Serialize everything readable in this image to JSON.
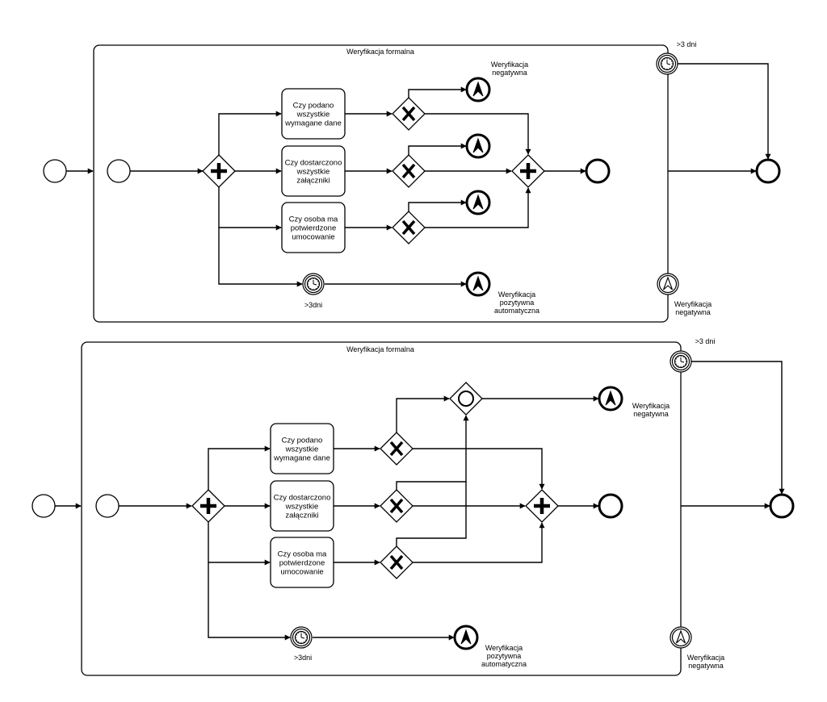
{
  "diagrams": [
    {
      "subprocess_title": "Weryfikacja formalna",
      "tasks": [
        [
          "Czy podano",
          "wszystkie",
          "wymagane dane"
        ],
        [
          "Czy dostarczono",
          "wszystkie",
          "załączniki"
        ],
        [
          "Czy osoba ma",
          "potwierdzone",
          "umocowanie"
        ]
      ],
      "timer_inner_label": ">3dni",
      "auto_end_label": [
        "Weryfikacja",
        "pozytywna",
        "automatyczna"
      ],
      "top_end_label": [
        "Weryfikacja",
        "negatywna"
      ],
      "boundary_timer_label": ">3 dni",
      "boundary_signal_label": [
        "Weryfikacja",
        "negatywna"
      ]
    },
    {
      "subprocess_title": "Weryfikacja formalna",
      "tasks": [
        [
          "Czy podano",
          "wszystkie",
          "wymagane dane"
        ],
        [
          "Czy dostarczono",
          "wszystkie",
          "załączniki"
        ],
        [
          "Czy osoba ma",
          "potwierdzone",
          "umocowanie"
        ]
      ],
      "timer_inner_label": ">3dni",
      "auto_end_label": [
        "Weryfikacja",
        "pozytywna",
        "automatyczna"
      ],
      "top_end_label": [
        "Weryfikacja",
        "negatywna"
      ],
      "boundary_timer_label": ">3 dni",
      "boundary_signal_label": [
        "Weryfikacja",
        "negatywna"
      ]
    }
  ],
  "icons": {
    "start_event": "start-event-icon",
    "end_event": "end-event-icon",
    "parallel_gateway": "parallel-gateway-icon",
    "exclusive_gateway": "exclusive-gateway-icon",
    "inclusive_gateway": "inclusive-gateway-icon",
    "timer": "timer-icon",
    "escalation_end": "escalation-end-icon",
    "escalation_boundary": "escalation-boundary-icon"
  }
}
